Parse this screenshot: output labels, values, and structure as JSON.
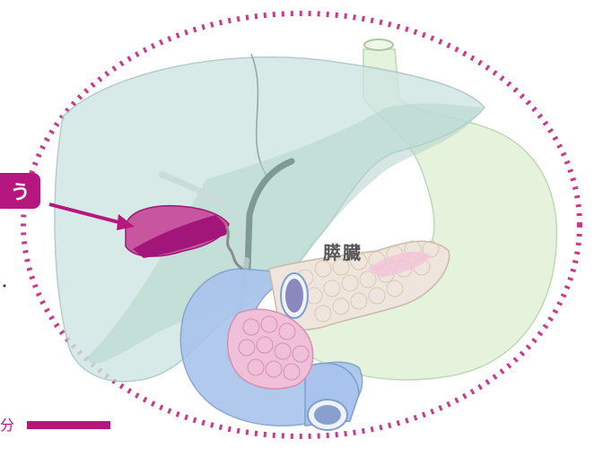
{
  "labels": {
    "tag": "う",
    "organ": "膵臓",
    "bottom_fragment": "分"
  },
  "colors": {
    "accent": "#b5177f",
    "liver": "#cfe6e2",
    "stomach": "#e4f3dc",
    "duodenum": "#a9c4ec",
    "pancreas": "#efe5dc",
    "pancreas_head": "#f0c0d8",
    "gallbladder": "#c2459a",
    "bile_duct": "#7e9a97"
  },
  "icons": {
    "border": "dotted-oval",
    "pointer": "arrow-pointer"
  }
}
